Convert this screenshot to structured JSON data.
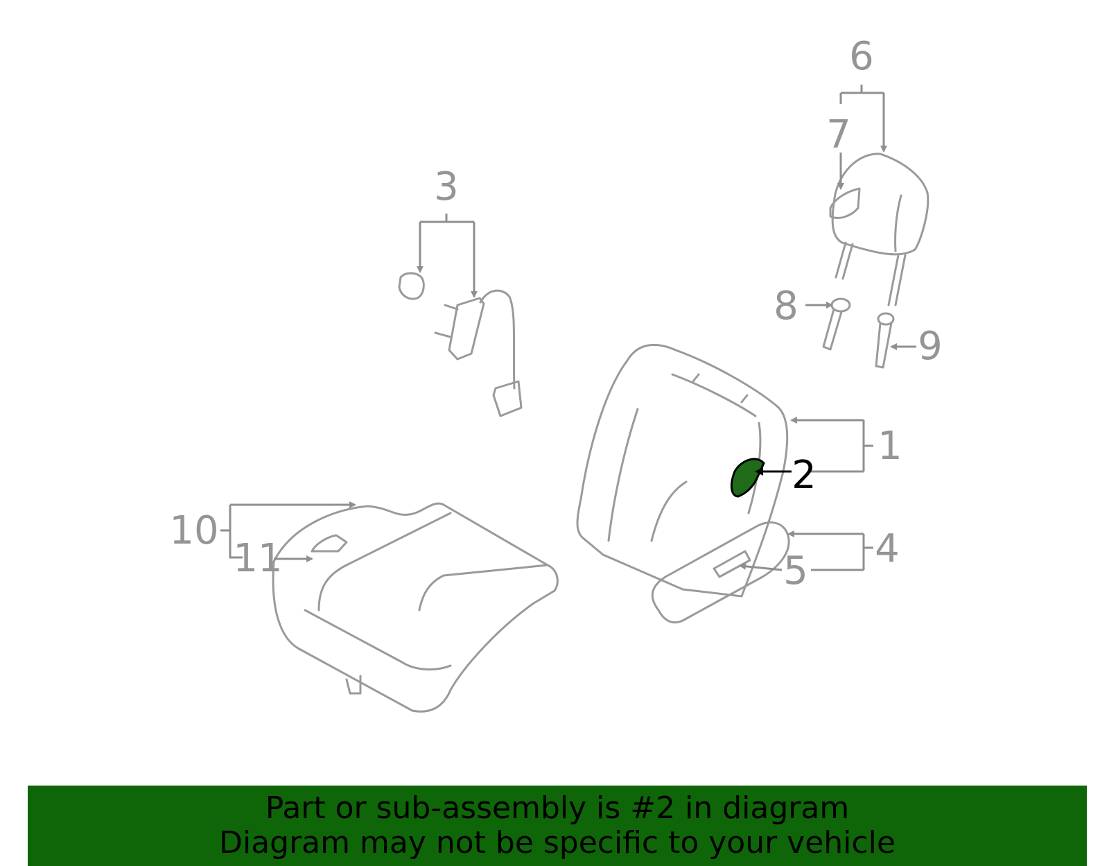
{
  "diagram": {
    "highlighted_part": "2",
    "highlight_color": "#1f6b1a",
    "callouts": [
      "1",
      "2",
      "3",
      "4",
      "5",
      "6",
      "7",
      "8",
      "9",
      "10",
      "11"
    ]
  },
  "banner": {
    "line1": "Part or sub-assembly is #2 in diagram",
    "line2": "Diagram may not be specific to your vehicle",
    "background": "#0f6608"
  }
}
